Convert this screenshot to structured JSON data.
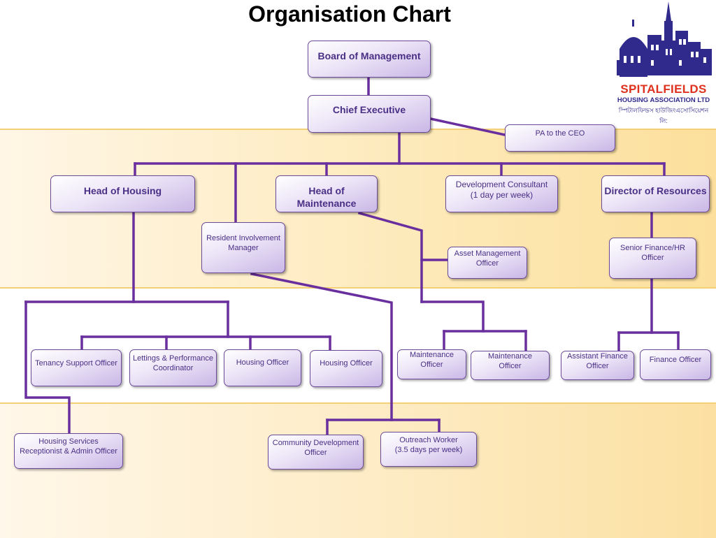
{
  "title": "Organisation Chart",
  "logo": {
    "name": "SPITALFIELDS",
    "subtitle": "HOUSING ASSOCIATION LTD",
    "script": "স্পিটালফিল্ডস হাউজিংএসোসিয়েশন লি:",
    "colors": {
      "red": "#e0301e",
      "blue": "#2f2a8c"
    }
  },
  "colors": {
    "line": "#6a2f9e",
    "box_border": "#6b4a98",
    "box_text": "#4a2f86"
  },
  "nodes": {
    "board": "Board of Management",
    "ceo": "Chief Executive",
    "pa_ceo": "PA to the CEO",
    "head_housing": "Head of Housing",
    "resident_involvement": "Resident Involvement\nManager",
    "head_maintenance": "Head of Maintenance",
    "dev_consultant": "Development Consultant\n(1 day per week)",
    "director_resources": "Director of Resources",
    "asset_management": "Asset Management\nOfficer",
    "senior_finance": "Senior Finance/HR\nOfficer",
    "tenancy_support": "Tenancy Support Officer",
    "lettings": "Lettings & Performance\nCoordinator",
    "housing_officer_1": "Housing Officer",
    "housing_officer_2": "Housing Officer",
    "maintenance_officer_1": "Maintenance\nOfficer",
    "maintenance_officer_2": "Maintenance\nOfficer",
    "assistant_finance": "Assistant Finance\nOfficer",
    "finance_officer": "Finance Officer",
    "housing_services": "Housing Services\nReceptionist & Admin Officer",
    "community_dev": "Community Development\nOfficer",
    "outreach_worker": "Outreach Worker\n(3.5 days per week)"
  }
}
